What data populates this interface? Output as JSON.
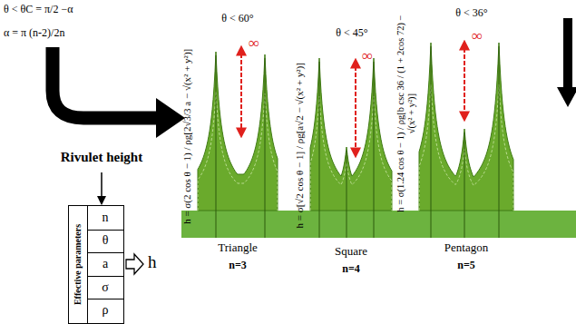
{
  "diagram": {
    "nodes": [
      {
        "text": [
          "Effective parameters",
          "n",
          "θ",
          "a",
          "σ",
          "ρ"
        ]
      }
    ],
    "labels": [
      "θ < θC = π/2 −α",
      "α = π (n-2)/2n",
      "Rivulet height",
      "h = σ(2 cos θ − 1) / ρg[2√3/3 a − √(x² + y²)]",
      "θ < 60°",
      "∞",
      "Triangle",
      "n=3",
      "h = σ[√2 cos θ − 1] / ρg[a√2 − √(x² + y²)]",
      "θ < 45°",
      "∞",
      "Square",
      "n=4",
      "h = σ(1.24 cos θ − 1) / ρg[b csc 36 / (1 + 2cos 72) − √(x² + y²)]",
      "θ < 36°",
      "∞",
      "Pentagon",
      "n=5",
      "h"
    ]
  }
}
